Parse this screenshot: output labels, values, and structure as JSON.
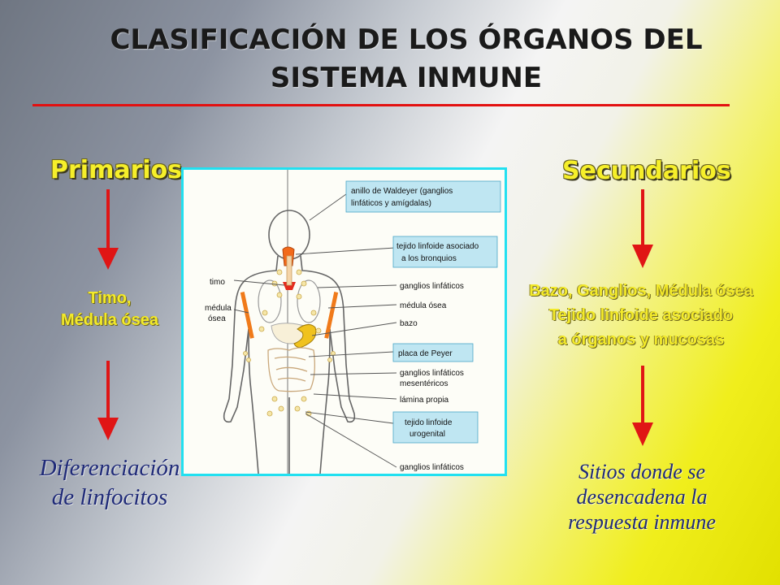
{
  "title": {
    "line1": "CLASIFICACIÓN DE LOS ÓRGANOS DEL",
    "line2": "SISTEMA INMUNE"
  },
  "primary": {
    "heading": "Primarios",
    "organs": [
      "Timo,",
      "Médula ósea"
    ],
    "function": [
      "Diferenciación",
      "de linfocitos"
    ]
  },
  "secondary": {
    "heading": "Secundarios",
    "organs": [
      "Bazo, Ganglios, Médula ósea",
      "Tejido linfoide asociado",
      "a órganos y mucosas"
    ],
    "function": [
      "Sitios donde se",
      "desencadena la",
      "respuesta inmune"
    ]
  },
  "figure": {
    "left_labels": {
      "timo": "timo",
      "medula1": "médula",
      "medula2": "ósea"
    },
    "right_labels": {
      "waldeyer1": "anillo de Waldeyer (ganglios",
      "waldeyer2": "linfáticos y amígdalas)",
      "bronquios1": "tejido linfoide asociado",
      "bronquios2": "a los bronquios",
      "ganglios1": "ganglios linfáticos",
      "medula": "médula ósea",
      "bazo": "bazo",
      "peyer": "placa de Peyer",
      "mesentericos1": "ganglios linfáticos",
      "mesentericos2": "mesentéricos",
      "lamina": "lámina propia",
      "urogenital1": "tejido linfoide",
      "urogenital2": "urogenital",
      "ganglios2": "ganglios linfáticos"
    }
  },
  "colors": {
    "title_rule": "#e31010",
    "arrow": "#e01515",
    "heading": "#f6ef2a",
    "function_text": "#1f2a78",
    "frame": "#22e0f0",
    "label_box": "#bfe6f2"
  }
}
